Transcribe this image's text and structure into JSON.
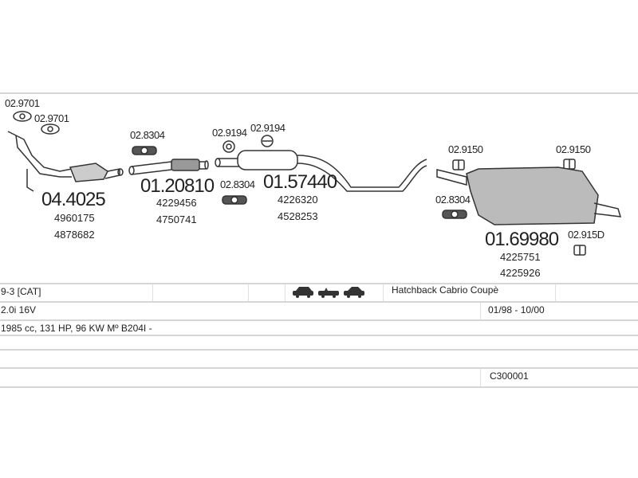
{
  "parts": [
    {
      "number": "04.4025",
      "oem": [
        "4960175",
        "4878682"
      ],
      "name": "catalytic-converter"
    },
    {
      "number": "01.20810",
      "oem": [
        "4229456",
        "4750741"
      ],
      "name": "front-pipe"
    },
    {
      "number": "01.57440",
      "oem": [
        "4226320",
        "4528253"
      ],
      "name": "middle-silencer"
    },
    {
      "number": "01.69980",
      "oem": [
        "4225751",
        "4225926"
      ],
      "name": "rear-silencer"
    }
  ],
  "fittings": {
    "gasket_a1": "02.9701",
    "gasket_a2": "02.9701",
    "clamp_a": "02.8304",
    "rubber_a1": "02.9194",
    "rubber_a2": "02.9194",
    "clamp_b": "02.8304",
    "rubber_b1": "02.9150",
    "rubber_b2": "02.9150",
    "clamp_c": "02.8304",
    "rubber_b3": "02.915D"
  },
  "info": {
    "model": "9-3  [CAT]",
    "body_types": "Hatchback Cabrio Coupè",
    "engine": "2.0i  16V",
    "years": "01/98 - 10/00",
    "specs": "1985 cc, 131 HP, 96 KW Mº B204I -",
    "code": "C300001"
  }
}
